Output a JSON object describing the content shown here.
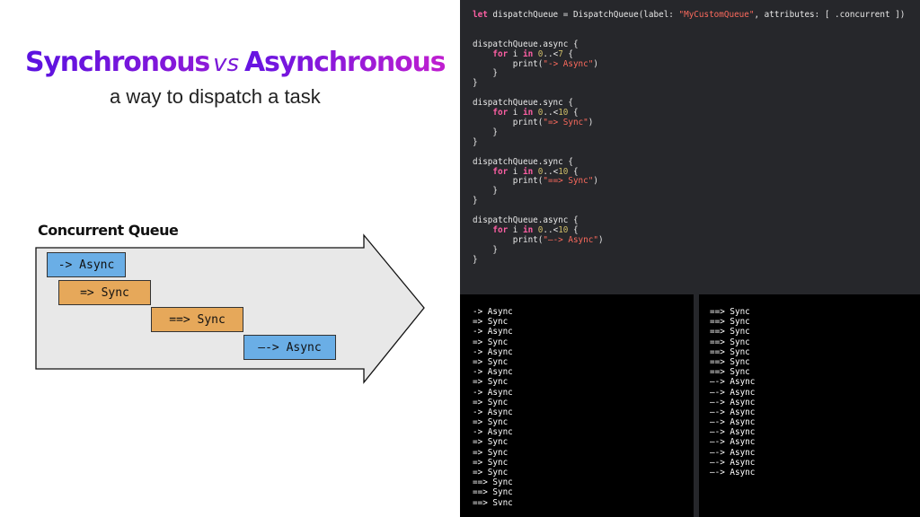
{
  "slide": {
    "title_part1": "Synchronous",
    "title_vs": "vs",
    "title_part2": "Asynchronous",
    "subtitle": "a way to dispatch a task",
    "queue_label": "Concurrent Queue",
    "tasks": [
      "-> Async",
      "=> Sync",
      "==> Sync",
      "—-> Async"
    ]
  },
  "code_lines": [
    "let dispatchQueue = DispatchQueue(label: \"MyCustomQueue\", attributes: [ .concurrent ])",
    "",
    "",
    "dispatchQueue.async {",
    "    for i in 0..<7 {",
    "        print(\"-> Async\")",
    "    }",
    "}",
    "",
    "dispatchQueue.sync {",
    "    for i in 0..<10 {",
    "        print(\"=> Sync\")",
    "    }",
    "}",
    "",
    "dispatchQueue.sync {",
    "    for i in 0..<10 {",
    "        print(\"==> Sync\")",
    "    }",
    "}",
    "",
    "dispatchQueue.async {",
    "    for i in 0..<10 {",
    "        print(\"—-> Async\")",
    "    }",
    "}"
  ],
  "console_left": [
    "-> Async",
    "=> Sync",
    "-> Async",
    "=> Sync",
    "-> Async",
    "=> Sync",
    "-> Async",
    "=> Sync",
    "-> Async",
    "=> Sync",
    "-> Async",
    "=> Sync",
    "-> Async",
    "=> Sync",
    "=> Sync",
    "=> Sync",
    "=> Sync",
    "==> Sync",
    "==> Sync",
    "==> Svnc"
  ],
  "console_right": [
    "==> Sync",
    "==> Sync",
    "==> Sync",
    "==> Sync",
    "==> Sync",
    "==> Sync",
    "==> Sync",
    "—-> Async",
    "—-> Async",
    "—-> Async",
    "—-> Async",
    "—-> Async",
    "—-> Async",
    "—-> Async",
    "—-> Async",
    "—-> Async",
    "—-> Async"
  ],
  "colors": {
    "async_box": "#6aaee6",
    "sync_box": "#e6a85a",
    "arrow_fill": "#e8e8e8",
    "code_bg": "#26272b",
    "console_bg": "#000000",
    "title_gradient_start": "#5a12e0",
    "title_gradient_end": "#c01fd0"
  }
}
